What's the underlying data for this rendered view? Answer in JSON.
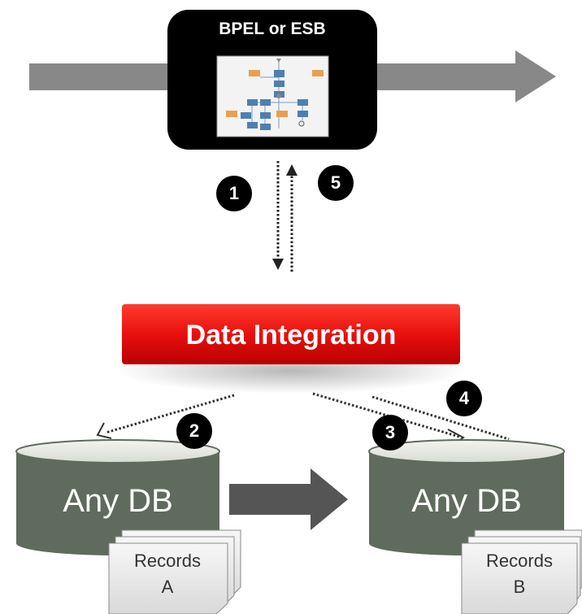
{
  "orchestrator": {
    "label": "BPEL or ESB"
  },
  "integration": {
    "label": "Data Integration"
  },
  "databases": [
    {
      "label": "Any DB",
      "records_line1": "Records",
      "records_line2": "A"
    },
    {
      "label": "Any DB",
      "records_line1": "Records",
      "records_line2": "B"
    }
  ],
  "steps": [
    "1",
    "2",
    "3",
    "4",
    "5"
  ],
  "colors": {
    "flow_arrow": "#888888",
    "box": "#000000",
    "integration_red": "#e8100f",
    "db_fill": "#5f6b5c",
    "db_arrow": "#555555"
  }
}
